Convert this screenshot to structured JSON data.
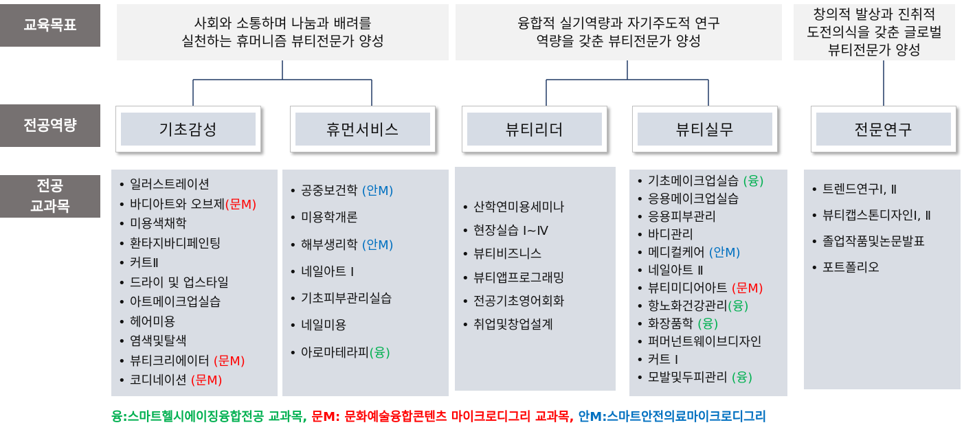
{
  "row_labels": {
    "goals": "교육목표",
    "competencies": "전공역량",
    "courses": "전공\n교과목"
  },
  "goals": [
    "사회와 소통하며 나눔과 배려를\n실천하는 휴머니즘 뷰티전문가 양성",
    "융합적 실기역량과 자기주도적 연구\n역량을 갖춘 뷰티전문가 양성",
    "창의적 발상과 진취적\n도전의식을 갖춘 글로벌\n뷰티전문가 양성"
  ],
  "competencies": [
    "기초감성",
    "휴먼서비스",
    "뷰티리더",
    "뷰티실무",
    "전문연구"
  ],
  "courses": [
    [
      {
        "name": "일러스트레이션",
        "tag": ""
      },
      {
        "name": "바디아트와 오브제",
        "tag": "(문M)",
        "color": "red"
      },
      {
        "name": "미용색채학",
        "tag": ""
      },
      {
        "name": "환타지바디페인팅",
        "tag": ""
      },
      {
        "name": "커트Ⅱ",
        "tag": ""
      },
      {
        "name": "드라이 및 업스타일",
        "tag": ""
      },
      {
        "name": "아트메이크업실습",
        "tag": ""
      },
      {
        "name": "헤어미용",
        "tag": ""
      },
      {
        "name": "염색및탈색",
        "tag": ""
      },
      {
        "name": "뷰티크리에이터 ",
        "tag": "(문M)",
        "color": "red"
      },
      {
        "name": "코디네이션 ",
        "tag": "(문M)",
        "color": "red"
      }
    ],
    [
      {
        "name": "공중보건학 ",
        "tag": "(안M)",
        "color": "blue"
      },
      {
        "name": "미용학개론",
        "tag": ""
      },
      {
        "name": "해부생리학 ",
        "tag": "(안M)",
        "color": "blue"
      },
      {
        "name": "네일아트 Ⅰ",
        "tag": ""
      },
      {
        "name": "기초피부관리실습",
        "tag": ""
      },
      {
        "name": "네일미용",
        "tag": ""
      },
      {
        "name": "아로마테라피",
        "tag": "(융)",
        "color": "green"
      }
    ],
    [
      {
        "name": "산학연미용세미나",
        "tag": ""
      },
      {
        "name": "현장실습 Ⅰ~Ⅳ",
        "tag": ""
      },
      {
        "name": "뷰티비즈니스",
        "tag": ""
      },
      {
        "name": "뷰티앱프로그래밍",
        "tag": ""
      },
      {
        "name": "전공기초영어회화",
        "tag": ""
      },
      {
        "name": "취업및창업설계",
        "tag": ""
      }
    ],
    [
      {
        "name": "기초메이크업실습 ",
        "tag": "(융)",
        "color": "green"
      },
      {
        "name": "응용메이크업실습",
        "tag": ""
      },
      {
        "name": "응용피부관리",
        "tag": ""
      },
      {
        "name": "바디관리",
        "tag": ""
      },
      {
        "name": "메디컬케어 ",
        "tag": "(안M)",
        "color": "blue"
      },
      {
        "name": "네일아트 Ⅱ",
        "tag": ""
      },
      {
        "name": "뷰티미디어아트 ",
        "tag": "(문M)",
        "color": "red"
      },
      {
        "name": "항노화건강관리",
        "tag": "(융)",
        "color": "green"
      },
      {
        "name": "화장품학 ",
        "tag": "(융)",
        "color": "green"
      },
      {
        "name": "퍼머넌트웨이브디자인",
        "tag": ""
      },
      {
        "name": "커트 Ⅰ",
        "tag": ""
      },
      {
        "name": "모발및두피관리 ",
        "tag": "(융)",
        "color": "green"
      }
    ],
    [
      {
        "name": "트렌드연구Ⅰ, Ⅱ",
        "tag": ""
      },
      {
        "name": "뷰티캡스톤디자인Ⅰ, Ⅱ",
        "tag": ""
      },
      {
        "name": "졸업작품및논문발표",
        "tag": ""
      },
      {
        "name": "포트폴리오",
        "tag": ""
      }
    ]
  ],
  "legend": {
    "green": "융:스마트헬시에이징융합전공 교과목, ",
    "red": "문M: 문화예술융합콘텐츠 마이크로디그리 교과목, ",
    "blue": "안M:스마트안전의료마이크로디그리"
  },
  "colors": {
    "label_bg": "#767171",
    "goal_bg": "#f2f2f2",
    "competency_bg": "#d6dce5",
    "course_bg": "#d9dde4",
    "tag_green": "#00b050",
    "tag_red": "#ff0000",
    "tag_blue": "#0070c0"
  }
}
